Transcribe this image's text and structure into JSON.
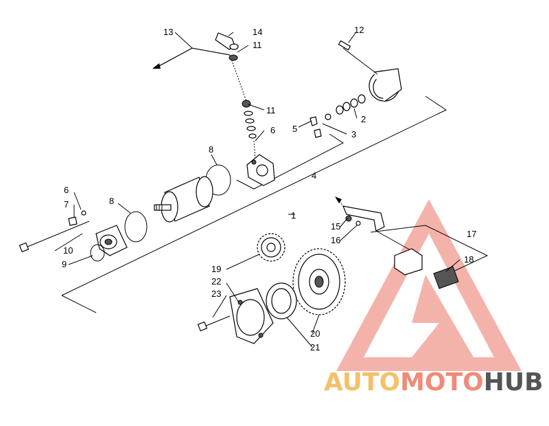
{
  "callouts": {
    "c1": "1",
    "c2": "2",
    "c3": "3",
    "c4": "4",
    "c5": "5",
    "c6a": "6",
    "c6b": "6",
    "c7": "7",
    "c8a": "8",
    "c8b": "8",
    "c9": "9",
    "c10": "10",
    "c11a": "11",
    "c11b": "11",
    "c12": "12",
    "c13": "13",
    "c14": "14",
    "c15": "15",
    "c16": "16",
    "c17": "17",
    "c18": "18",
    "c19": "19",
    "c20": "20",
    "c21": "21",
    "c22": "22",
    "c23": "23"
  },
  "watermark": {
    "part1": "AUTO",
    "part2": "MOTO",
    "part3": "HUB",
    "color_primary": "#f4c06a",
    "color_accent": "#f08b7a",
    "color_dark": "#555555"
  }
}
